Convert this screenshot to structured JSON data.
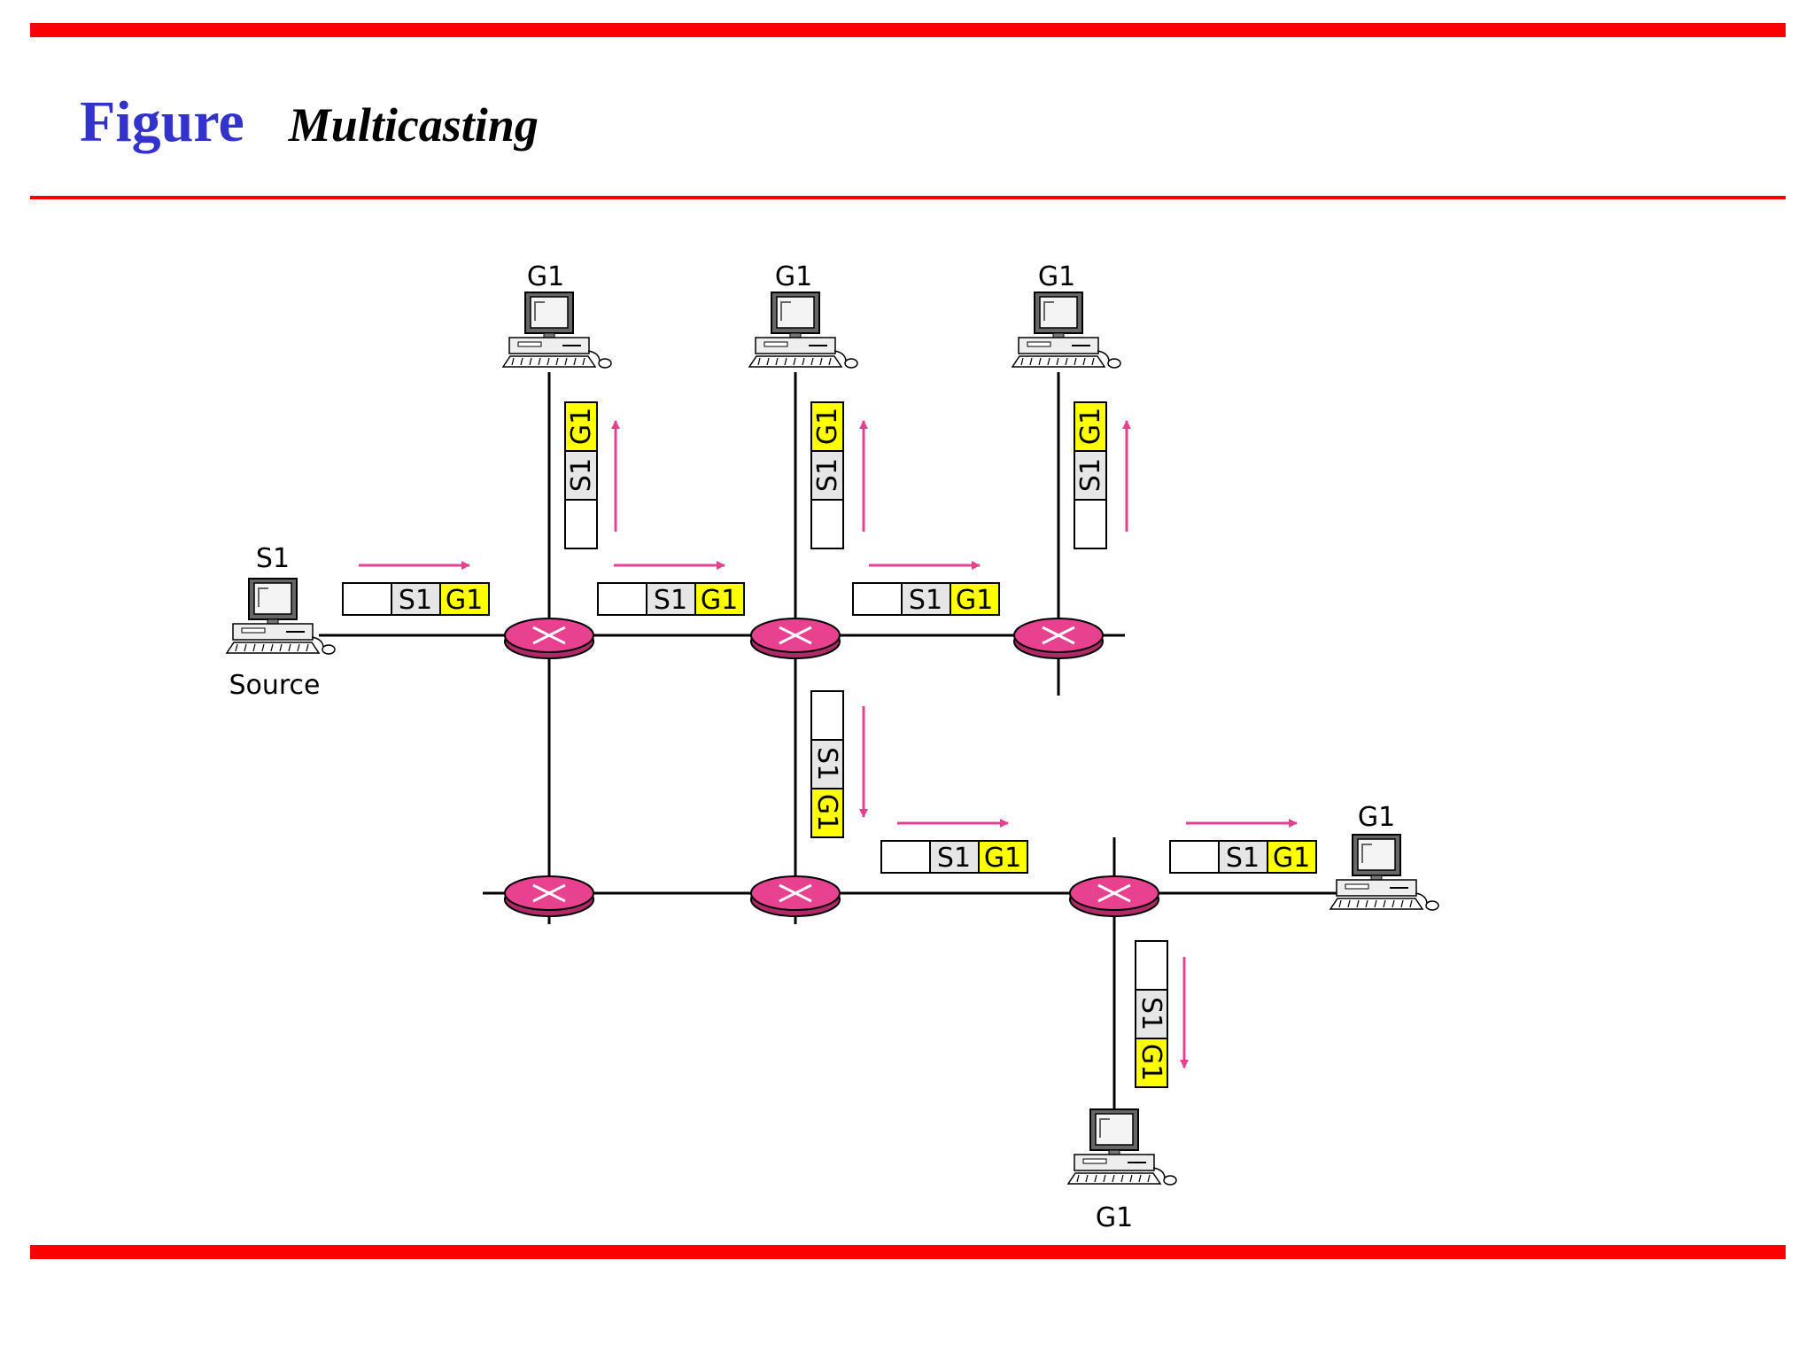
{
  "title": {
    "lead": "Figure",
    "text": "Multicasting"
  },
  "colors": {
    "rule": "#ff0000",
    "lead": "#3333cc",
    "router": "#e8418f",
    "arrow": "#e6418f",
    "group_cell": "#ffff00",
    "source_cell": "#e6e6e6",
    "wire": "#000000"
  },
  "labels": {
    "source_address": "S1",
    "source_caption": "Source",
    "group_address": "G1"
  },
  "packet": {
    "source": "S1",
    "group": "G1"
  },
  "icons": {
    "host": "desktop-computer-icon",
    "router": "router-icon",
    "flow": "arrow-icon"
  }
}
